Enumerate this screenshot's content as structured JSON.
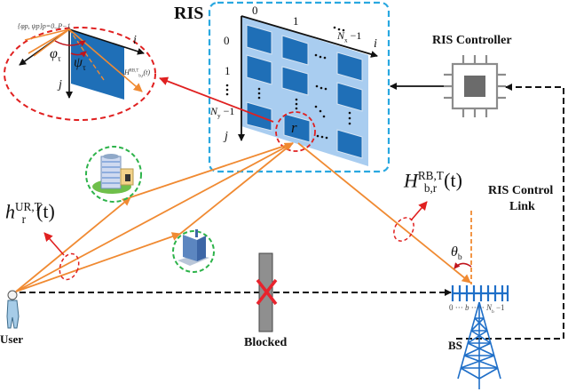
{
  "diagram": {
    "title_ris": "RIS",
    "ris_controller_label": "RIS Controller",
    "ris_control_link_label": [
      "RIS Control",
      "Link"
    ],
    "user_label": "User",
    "blocked_label": "Blocked",
    "bs_label": "BS",
    "ris_indices": {
      "col0": "0",
      "col1": "1",
      "col_dots": "···",
      "col_last": "N",
      "col_last_sub": "x",
      "col_last_suffix": " −1",
      "axis_i": "i",
      "row0": "0",
      "row1": "1",
      "row_last": "N",
      "row_last_sub": "y",
      "row_last_suffix": " −1",
      "axis_j": "j",
      "element_r": "r"
    },
    "inset": {
      "angles_set": "{φ",
      "angles_set_full": "{φp, ψp}p=0..P−1",
      "phi": "φ",
      "phi_sub": "τ",
      "psi": "ψ",
      "psi_sub": "τ",
      "channel": "H",
      "channel_sup": "RB,T",
      "channel_sub": "b,r",
      "channel_arg": "(t)",
      "axis_i": "i",
      "axis_j": "j"
    },
    "h_ur": {
      "symbol": "h",
      "sub": "r",
      "sup": "UR,T",
      "arg": "(t)"
    },
    "h_rb": {
      "symbol": "H",
      "sub": "b,r",
      "sup": "RB,T",
      "arg": "(t)"
    },
    "theta": {
      "symbol": "θ",
      "sub": "b"
    },
    "bs_array": {
      "first": "0",
      "dots1": "···",
      "mid": "b",
      "dots2": "·····",
      "last": "N",
      "last_sub": "b",
      "last_suffix": " −1"
    },
    "colors": {
      "ris_box": "#29a8e0",
      "ris_panel": "#a9cdf0",
      "ris_element": "#1f6fb7",
      "path_orange": "#f08a32",
      "highlight_red": "#e02020",
      "scatter_green": "#2db34a",
      "bs_blue": "#1f6fc8",
      "chip_gray": "#8c8c8c",
      "blocker_gray": "#8f8f8f"
    }
  }
}
